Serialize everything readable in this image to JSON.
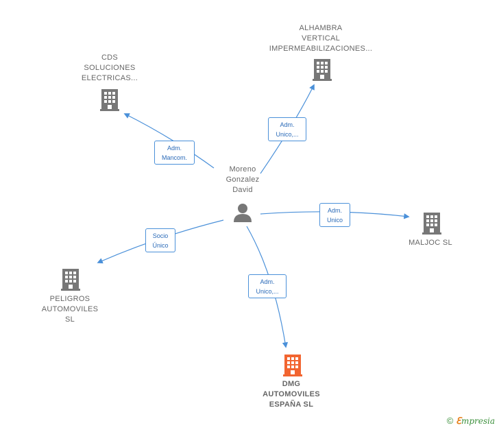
{
  "person": {
    "name": "Moreno\nGonzalez\nDavid",
    "icon": "person-icon"
  },
  "companies": [
    {
      "id": "cds",
      "name": "CDS\nSOLUCIONES\nELECTRICAS...",
      "icon": "building-icon",
      "color": "#777777"
    },
    {
      "id": "alhambra",
      "name": "ALHAMBRA\nVERTICAL\nIMPERMEABILIZACIONES...",
      "icon": "building-icon",
      "color": "#777777"
    },
    {
      "id": "maljoc",
      "name": "MALJOC SL",
      "icon": "building-icon",
      "color": "#777777"
    },
    {
      "id": "peligros",
      "name": "PELIGROS\nAUTOMOVILES\nSL",
      "icon": "building-icon",
      "color": "#777777"
    },
    {
      "id": "dmg",
      "name": "DMG\nAUTOMOVILES\nESPAÑA  SL",
      "icon": "building-icon",
      "color": "#f26530"
    }
  ],
  "relations": [
    {
      "target": "cds",
      "label": "Adm.\nMancom."
    },
    {
      "target": "alhambra",
      "label": "Adm.\nUnico,..."
    },
    {
      "target": "maljoc",
      "label": "Adm.\nUnico"
    },
    {
      "target": "peligros",
      "label": "Socio\nÚnico"
    },
    {
      "target": "dmg",
      "label": "Adm.\nUnico,..."
    }
  ],
  "colors": {
    "edge": "#4a90d9",
    "node": "#777777",
    "focus": "#f26530"
  },
  "brand": {
    "copyright": "©",
    "e": "ℇ",
    "rest": "mpresia"
  }
}
